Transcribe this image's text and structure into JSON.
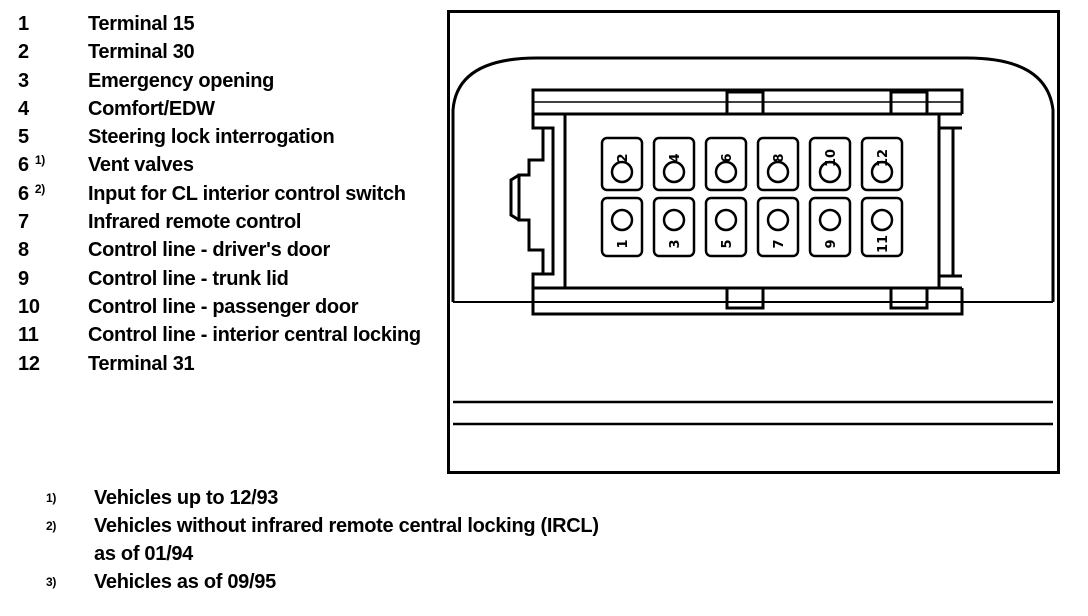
{
  "legend": [
    {
      "num": "1",
      "sup": "",
      "text": "Terminal 15"
    },
    {
      "num": "2",
      "sup": "",
      "text": "Terminal 30"
    },
    {
      "num": "3",
      "sup": "",
      "text": "Emergency opening"
    },
    {
      "num": "4",
      "sup": "",
      "text": "Comfort/EDW"
    },
    {
      "num": "5",
      "sup": "",
      "text": "Steering lock interrogation"
    },
    {
      "num": "6",
      "sup": "1)",
      "text": "Vent valves"
    },
    {
      "num": "6",
      "sup": "2)",
      "text": "Input for CL interior control switch"
    },
    {
      "num": "7",
      "sup": "",
      "text": "Infrared remote control"
    },
    {
      "num": "8",
      "sup": "",
      "text": "Control line - driver's door"
    },
    {
      "num": "9",
      "sup": "",
      "text": "Control line - trunk lid"
    },
    {
      "num": "10",
      "sup": "",
      "text": "Control line - passenger door"
    },
    {
      "num": "11",
      "sup": "",
      "text": "Control line - interior central locking"
    },
    {
      "num": "12",
      "sup": "",
      "text": "Terminal 31"
    }
  ],
  "footnotes": [
    {
      "mark": "1)",
      "text": "Vehicles up to 12/93"
    },
    {
      "mark": "2)",
      "text": "Vehicles without infrared remote central locking (IRCL)"
    },
    {
      "mark": "",
      "text": "as of 01/94"
    },
    {
      "mark": "3)",
      "text": "Vehicles as of 09/95"
    }
  ],
  "connector": {
    "top_pins": [
      "2",
      "4",
      "6",
      "8",
      "10",
      "12"
    ],
    "bottom_pins": [
      "1",
      "3",
      "5",
      "7",
      "9",
      "11"
    ]
  }
}
